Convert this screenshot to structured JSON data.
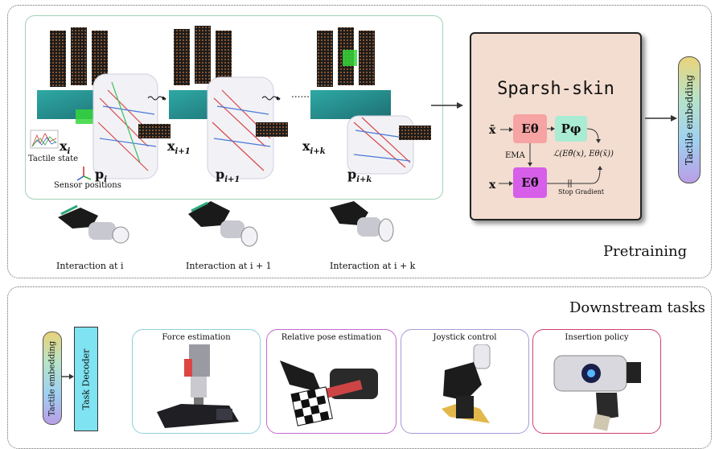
{
  "pretraining": {
    "label": "Pretraining",
    "tactile_state_label": "Tactile state",
    "sensor_positions_label": "Sensor positions",
    "states": [
      {
        "x": "x",
        "x_sub": "i",
        "p": "p",
        "p_sub": "i"
      },
      {
        "x": "x",
        "x_sub": "i+1",
        "p": "p",
        "p_sub": "i+1"
      },
      {
        "x": "x",
        "x_sub": "i+k",
        "p": "p",
        "p_sub": "i+k"
      }
    ],
    "interactions": [
      "Interaction at i",
      "Interaction at i + 1",
      "Interaction at i + k"
    ],
    "ellipsis": "......"
  },
  "model": {
    "title": "Sparsh-skin",
    "x_bar": "x̄",
    "x": "x",
    "encoder_online": "Eθ",
    "predictor": "Pφ",
    "encoder_target": "Eθ̄",
    "ema": "EMA",
    "loss": "ℒ(Eθ̄(x), Eθ(x̄))",
    "stop_gradient": "Stop Gradient"
  },
  "tactile_embedding_label": "Tactile embedding",
  "downstream": {
    "label": "Downstream tasks",
    "tactile_embedding_label": "Tactile embedding",
    "task_decoder_label": "Task Decoder",
    "tasks": [
      {
        "title": "Force estimation",
        "color": "#8fd0dc"
      },
      {
        "title": "Relative pose estimation",
        "color": "#c46ad0"
      },
      {
        "title": "Joystick control",
        "color": "#a89ad8"
      },
      {
        "title": "Insertion policy",
        "color": "#cf3f72"
      }
    ]
  },
  "colors": {
    "pretrain_box_border": "#9fd3b6",
    "sparsh_bg": "#f3ddd0",
    "encoder_online": "#f6a3a3",
    "predictor": "#a9ebd3",
    "encoder_target": "#d75ee8",
    "task_decoder": "#7fe3f2"
  }
}
